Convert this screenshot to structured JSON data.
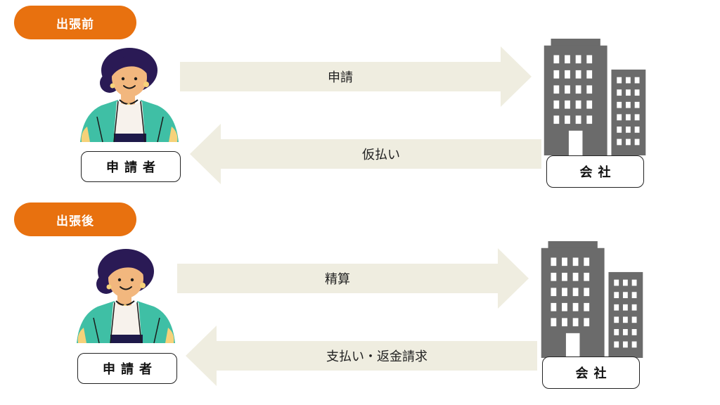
{
  "colors": {
    "badge": "#e8710f",
    "arrow": "#efede0",
    "building": "#6b6b6b",
    "cardigan": "#3fbfa5",
    "hair": "#2a1a55"
  },
  "icons": {
    "person": "person-applicant-icon",
    "building": "office-building-icon"
  },
  "before": {
    "badge": "出張前",
    "applicant": "申請者",
    "company": "会社",
    "arrow_to_company": "申請",
    "arrow_to_applicant": "仮払い"
  },
  "after": {
    "badge": "出張後",
    "applicant": "申請者",
    "company": "会社",
    "arrow_to_company": "精算",
    "arrow_to_applicant": "支払い・返金請求"
  }
}
